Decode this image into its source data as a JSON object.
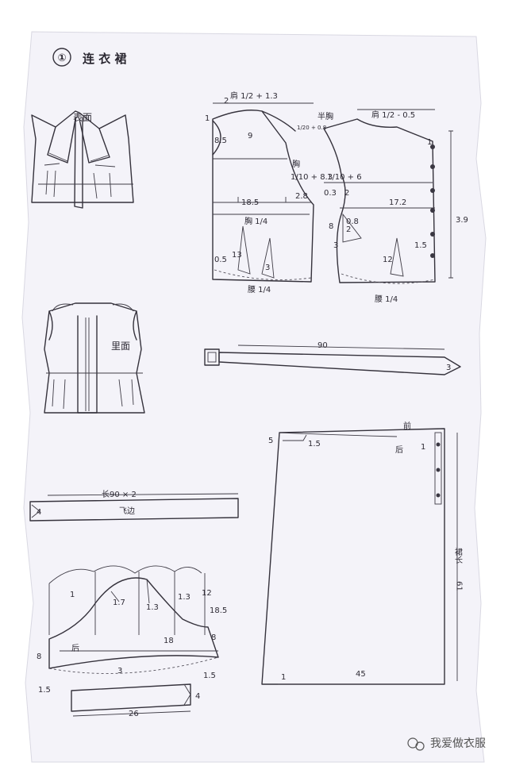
{
  "title": {
    "number": "①",
    "text": "连 衣 裙"
  },
  "sketch_labels": {
    "front": "表面",
    "back": "里面"
  },
  "bodice": {
    "shoulder_back": "肩 1/2 + 1.3",
    "shoulder_front": "肩 1/2 - 0.5",
    "half_chest": "半胸",
    "chest_mark_back": "胸",
    "chest_formula_back": "1/10 + 8.3",
    "chest_formula_front": "1/10 + 6",
    "neck_formula": "1/20 + 0.8",
    "chest_quarter": "胸 1/4",
    "waist_quarter": "腰 1/4",
    "nums": {
      "n1": "1",
      "n2": "2",
      "n85": "8.5",
      "n9": "9",
      "n185": "18.5",
      "n28": "2.8",
      "n03": "0.3",
      "n2b": "2",
      "n172": "17.2",
      "n08": "0.8",
      "n2c": "2",
      "n8": "8",
      "n3": "3",
      "n13": "13",
      "n05": "0.5",
      "n3b": "3",
      "n12": "12",
      "n15": "1.5",
      "n39": "3.9",
      "n1b": "1"
    }
  },
  "belt": {
    "length": "90",
    "end": "3"
  },
  "skirt": {
    "front": "前",
    "back": "后",
    "n5": "5",
    "n15": "1.5",
    "n1": "1",
    "length_label": "裙长",
    "length_val": "61",
    "hem_n1": "1",
    "hem_val": "45"
  },
  "ruffle": {
    "length": "长90 × 2",
    "label": "飞边",
    "width": "4"
  },
  "sleeve": {
    "n1": "1",
    "n17": "1.7",
    "n13a": "1.3",
    "n13b": "1.3",
    "n12": "12",
    "n185": "18.5",
    "back": "后",
    "n18": "18",
    "n8a": "8",
    "n8b": "8",
    "n3": "3",
    "n15a": "1.5",
    "n15b": "1.5"
  },
  "cuff": {
    "length": "26",
    "width": "4"
  },
  "watermark": {
    "text": "我爱做衣服"
  }
}
